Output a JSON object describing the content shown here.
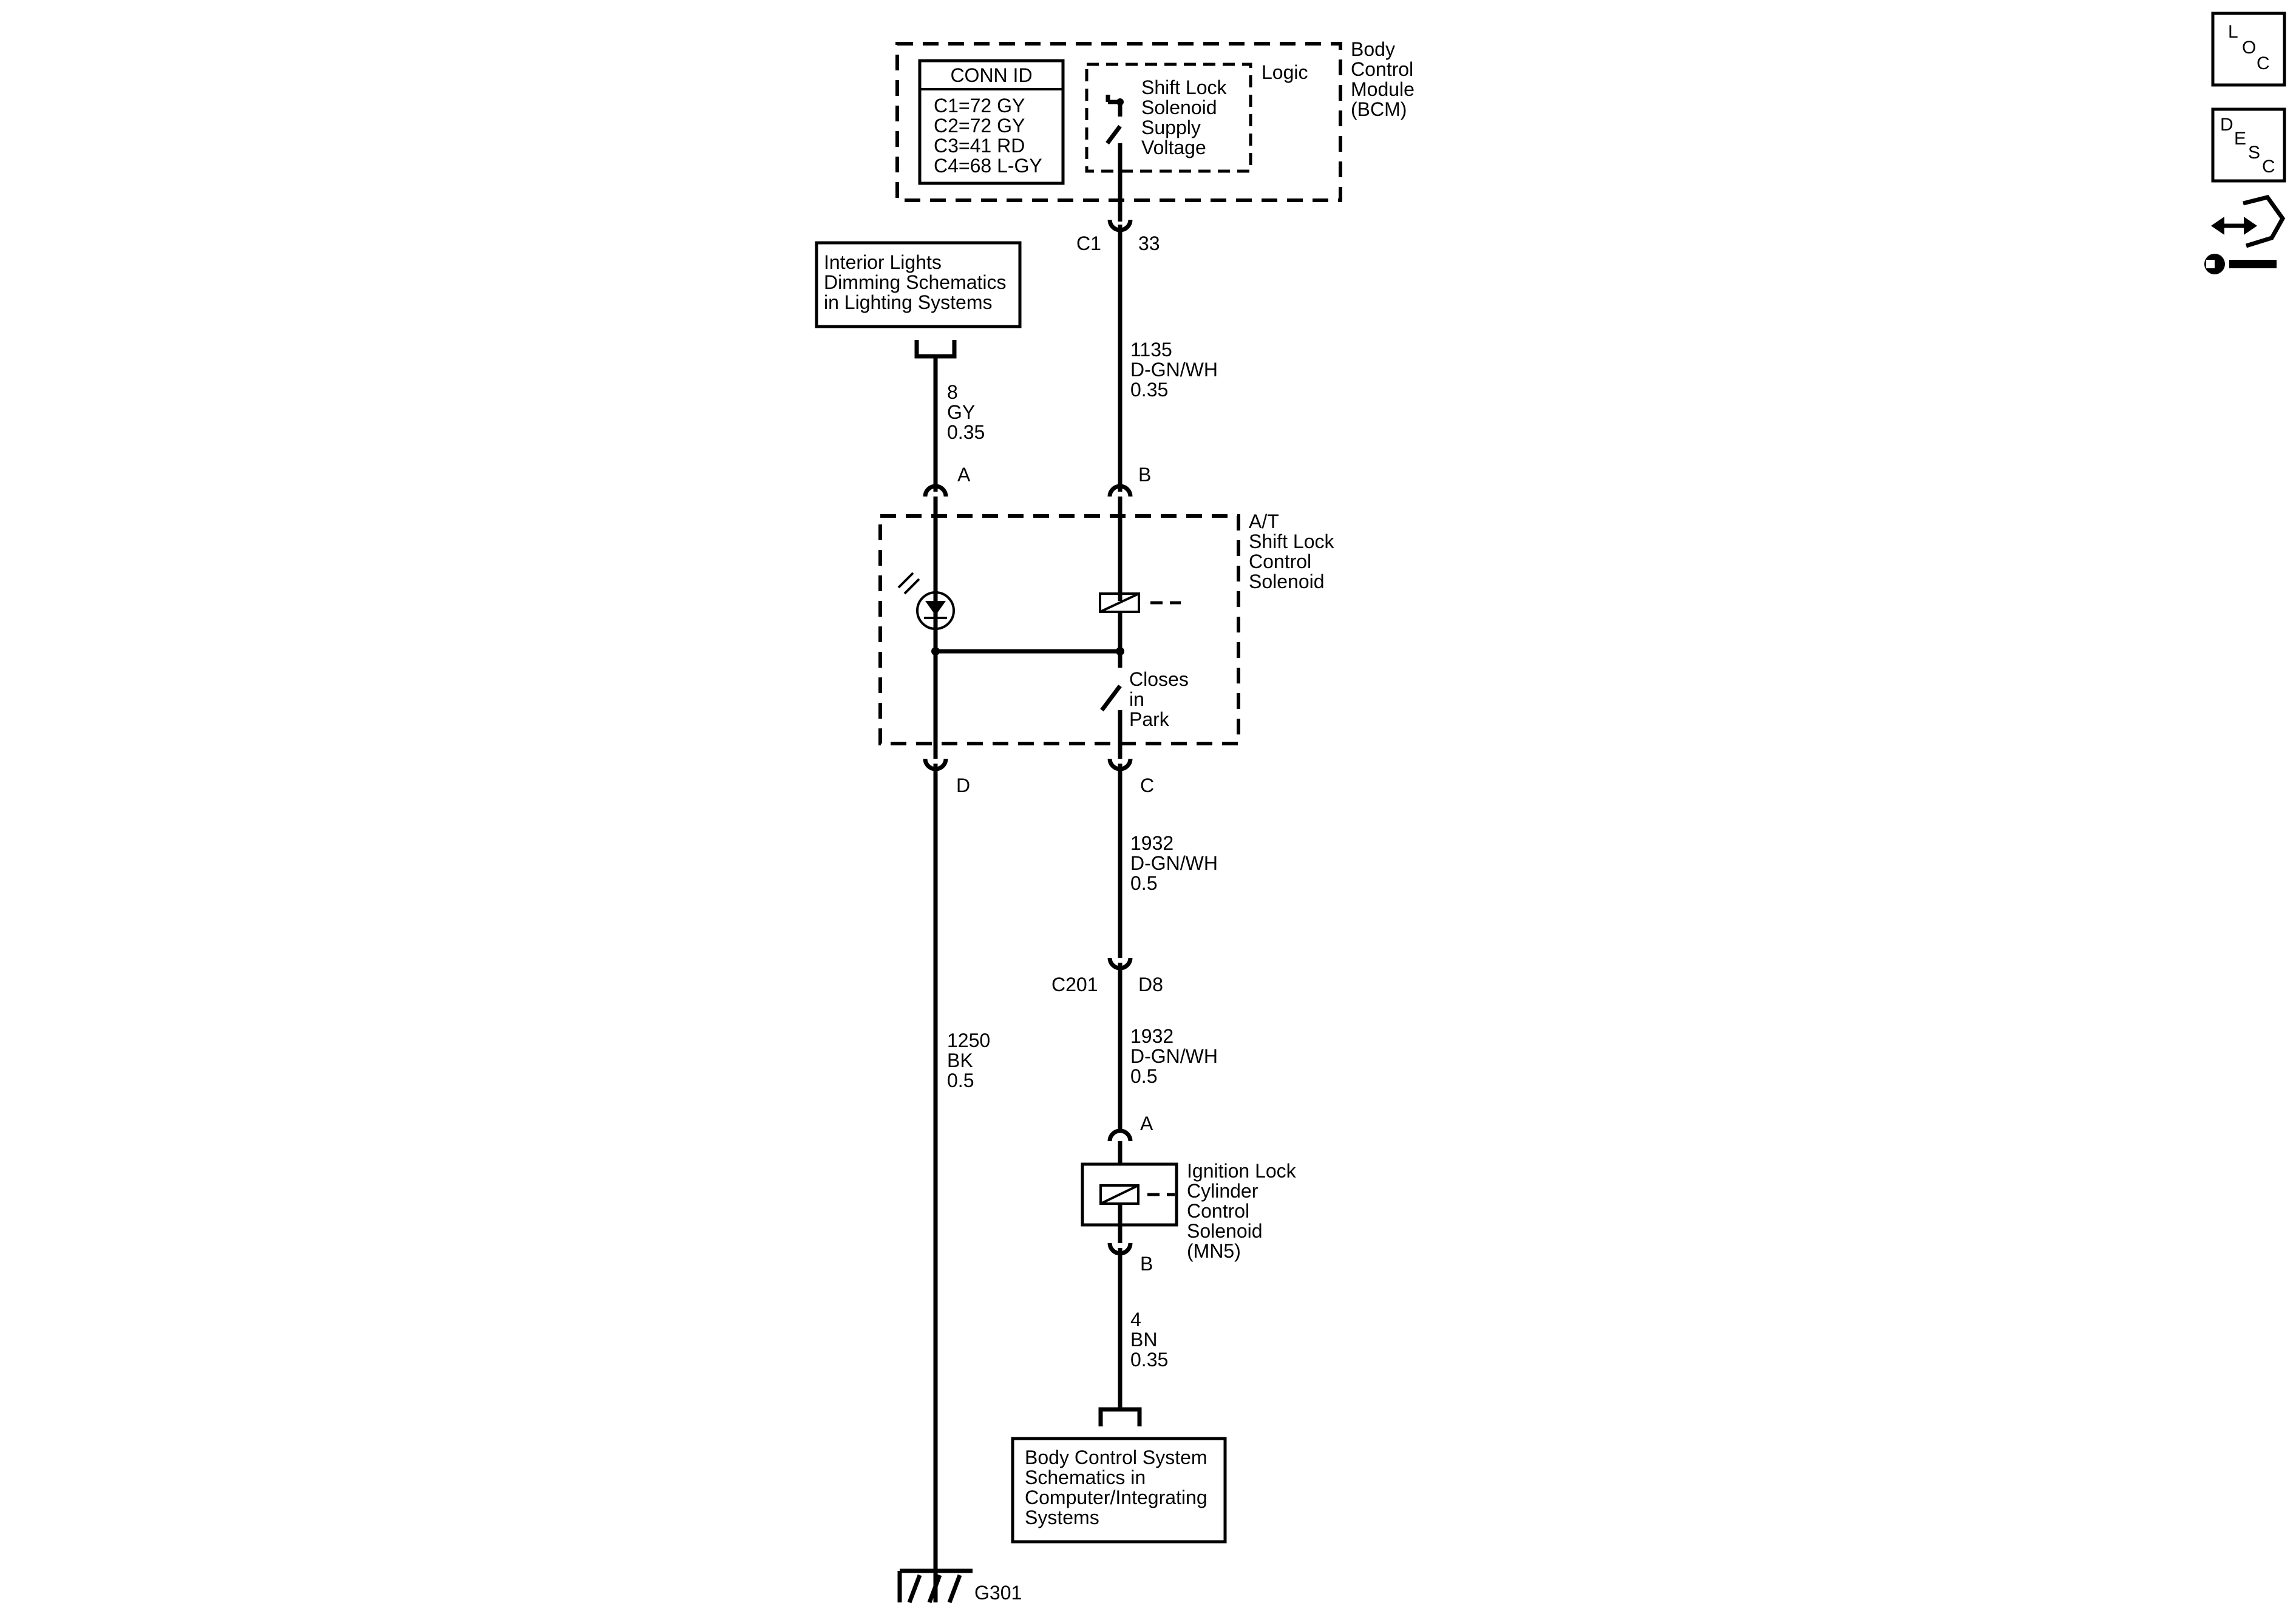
{
  "bcm": {
    "name": [
      "Body",
      "Control",
      "Module",
      "(BCM)"
    ],
    "logic_label": "Logic",
    "supply_label": [
      "Shift Lock",
      "Solenoid",
      "Supply",
      "Voltage"
    ],
    "conn_id": {
      "title": "CONN ID",
      "rows": [
        "C1=72 GY",
        "C2=72 GY",
        "C3=41 RD",
        "C4=68 L-GY"
      ]
    }
  },
  "connectors": {
    "bcm_connector": "C1",
    "bcm_pin": "33",
    "solenoid_pin_a": "A",
    "solenoid_pin_b": "B",
    "solenoid_pin_c": "C",
    "solenoid_pin_d": "D",
    "inline_connector": "C201",
    "inline_pin": "D8",
    "ignition_pin_a": "A",
    "ignition_pin_b": "B",
    "ground": "G301"
  },
  "wires": {
    "bcm_to_solenoid": [
      "1135",
      "D-GN/WH",
      "0.35"
    ],
    "dimming_to_solenoid": [
      "8",
      "GY",
      "0.35"
    ],
    "solenoid_to_c201": [
      "1932",
      "D-GN/WH",
      "0.5"
    ],
    "c201_to_ignition": [
      "1932",
      "D-GN/WH",
      "0.5"
    ],
    "solenoid_to_ground": [
      "1250",
      "BK",
      "0.5"
    ],
    "ignition_to_body": [
      "4",
      "BN",
      "0.35"
    ]
  },
  "components": {
    "interior_lights_ref": [
      "Interior Lights",
      "Dimming Schematics",
      "in Lighting Systems"
    ],
    "shift_lock_solenoid": [
      "A/T",
      "Shift Lock",
      "Control",
      "Solenoid"
    ],
    "closes_in_park": [
      "Closes",
      "in",
      "Park"
    ],
    "ignition_lock_solenoid": [
      "Ignition Lock",
      "Cylinder",
      "Control",
      "Solenoid",
      "(MN5)"
    ],
    "body_control_ref": [
      "Body Control System",
      "Schematics in",
      "Computer/Integrating",
      "Systems"
    ]
  },
  "nav": {
    "loc": {
      "letters": [
        "L",
        "O",
        "C"
      ],
      "icon": "location-icon"
    },
    "desc": {
      "letters": [
        "D",
        "E",
        "S",
        "C"
      ],
      "icon": "description-icon"
    },
    "repair": {
      "icon": "connector-repair-icon"
    }
  }
}
